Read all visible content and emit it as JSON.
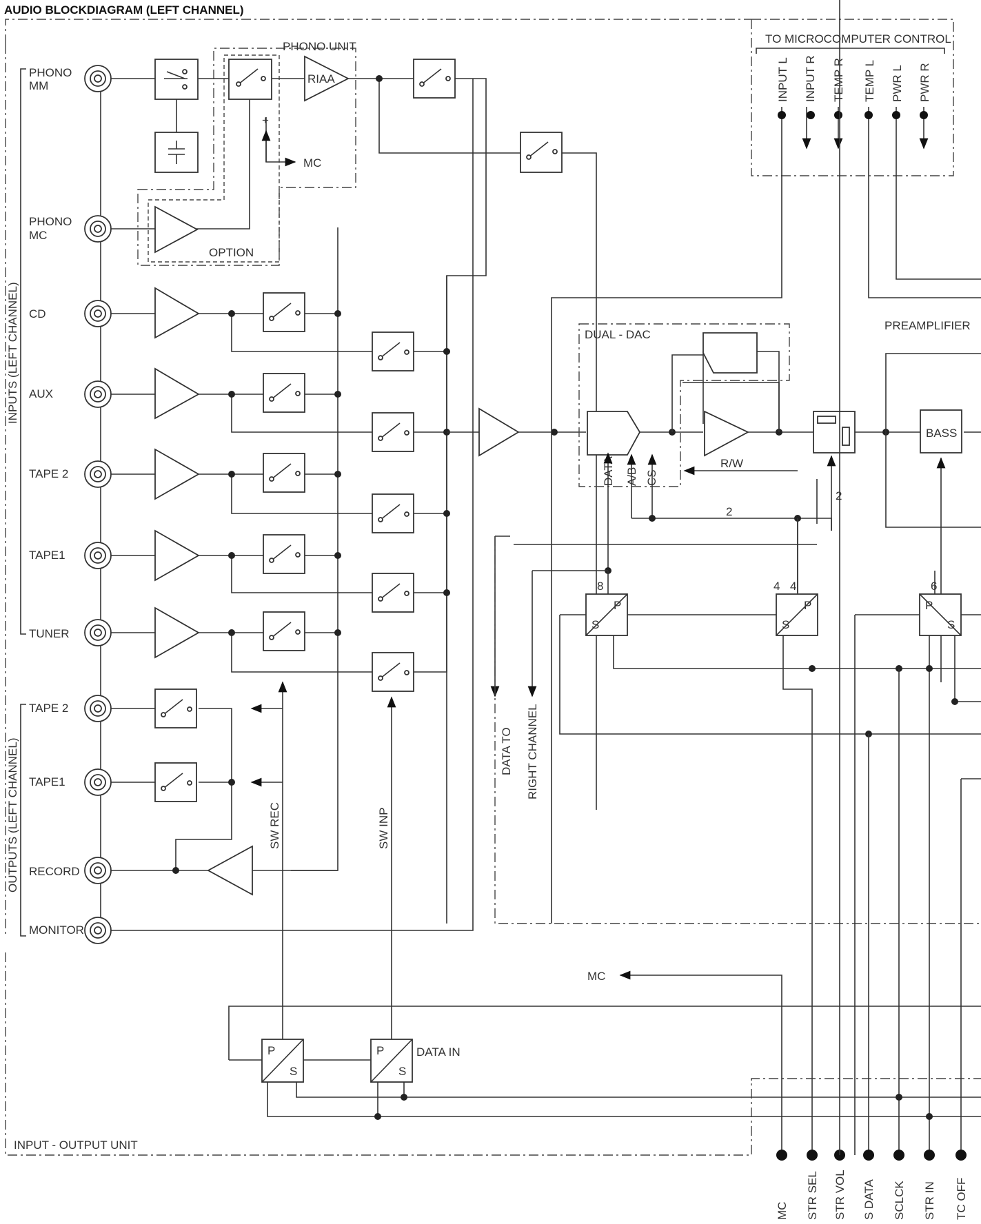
{
  "title": "AUDIO BLOCKDIAGRAM (LEFT CHANNEL)",
  "units": {
    "phono": "PHONO UNIT",
    "option": "OPTION",
    "io": "INPUT - OUTPUT UNIT",
    "dac": "DUAL - DAC",
    "preamp": "PREAMPLIFIER",
    "micro": "TO MICROCOMPUTER CONTROL"
  },
  "side_labels": {
    "inputs": "INPUTS (LEFT CHANNEL)",
    "outputs": "OUTPUTS (LEFT CHANNEL)"
  },
  "inputs": [
    "PHONO\nMM",
    "PHONO\nMC",
    "CD",
    "AUX",
    "TAPE 2",
    "TAPE1",
    "TUNER"
  ],
  "outputs": [
    "TAPE 2",
    "TAPE1",
    "RECORD",
    "MONITOR"
  ],
  "labels": {
    "riaa": "RIAA",
    "mc": "MC",
    "plus": "+",
    "sw_rec": "SW REC",
    "sw_inp": "SW INP",
    "data_to": "DATA TO",
    "right_channel": "RIGHT CHANNEL",
    "data": "DATA",
    "ab": "A/B",
    "cs": "CS",
    "rw": "R/W",
    "bass": "BASS",
    "data_in": "DATA IN",
    "mc_out": "MC",
    "p": "P",
    "s": "S",
    "n8": "8",
    "n4a": "4",
    "n4b": "4",
    "n6": "6",
    "n2a": "2",
    "n2b": "2"
  },
  "micro_top": [
    "INPUT L",
    "INPUT R",
    "TEMP R",
    "TEMP L",
    "PWR L",
    "PWR R"
  ],
  "bus_bottom": [
    "MC",
    "STR SEL",
    "STR VOL",
    "S DATA",
    "SCLCK",
    "STR IN",
    "TC OFF"
  ]
}
